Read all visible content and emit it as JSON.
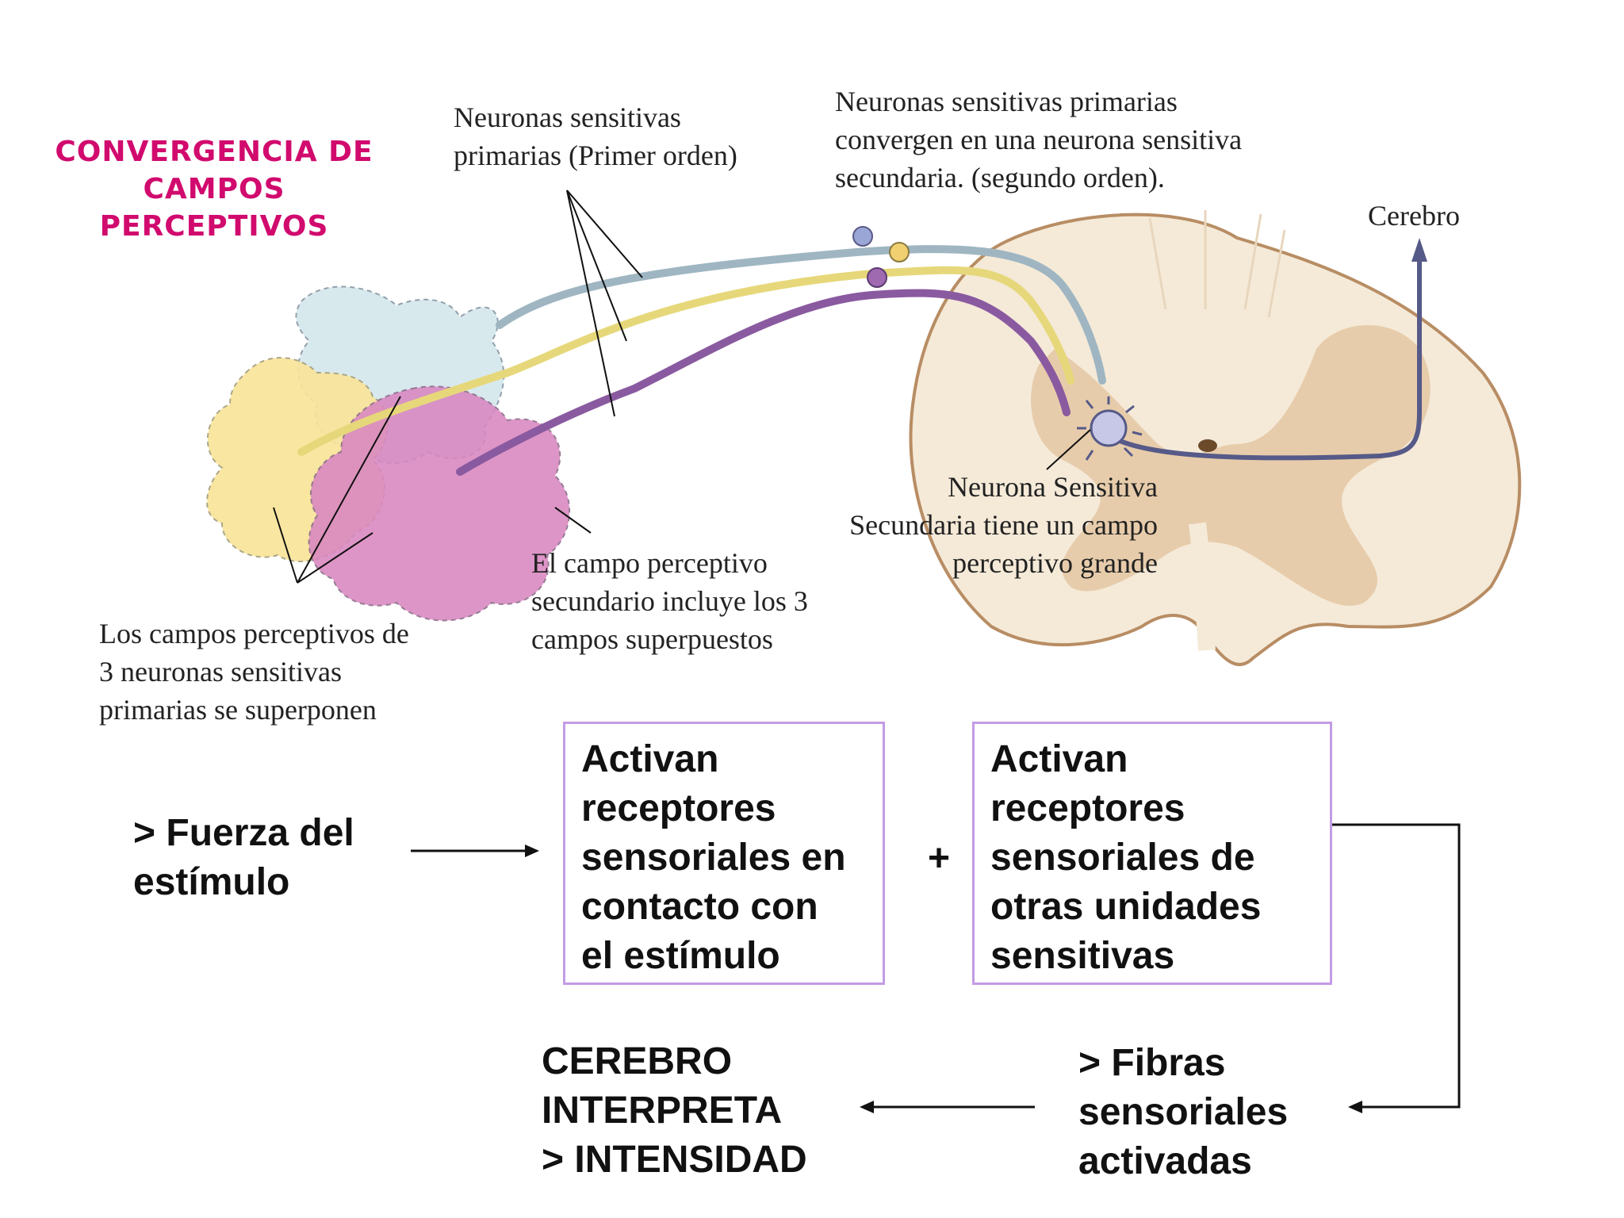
{
  "title": [
    "CONVERGENCIA DE",
    "CAMPOS",
    "PERCEPTIVOS"
  ],
  "labels": {
    "primary_neurons": [
      "Neuronas sensitivas",
      "primarias (Primer orden)"
    ],
    "converge": [
      "Neuronas sensitivas primarias",
      "convergen en una neurona sensitiva",
      "secundaria. (segundo orden)."
    ],
    "cerebro": "Cerebro",
    "secondary_neuron": [
      "Neurona Sensitiva",
      "Secundaria tiene un campo",
      "perceptivo grande"
    ],
    "secondary_field": [
      "El campo perceptivo",
      "secundario incluye los 3",
      "campos superpuestos"
    ],
    "overlap": [
      "Los campos perceptivos de",
      "3 neuronas sensitivas",
      "primarias se superponen"
    ]
  },
  "flow": {
    "stimulus": [
      "> Fuerza  del",
      "estímulo"
    ],
    "box1": [
      "Activan",
      "receptores",
      "sensoriales en",
      "contacto con",
      "el estímulo"
    ],
    "plus": "+",
    "box2": [
      "Activan",
      "receptores",
      "sensoriales de",
      "otras unidades",
      "sensitivas"
    ],
    "fibers": [
      "> Fibras",
      "sensoriales",
      "activadas"
    ],
    "brain": [
      "CEREBRO",
      "INTERPRETA",
      "> INTENSIDAD"
    ]
  },
  "colors": {
    "title": "#d10a6e",
    "neuron_blue": "#9fb6c2",
    "neuron_yellow": "#e6d87a",
    "neuron_purple": "#8a5aa0",
    "field_blue": "#d6e8ee",
    "field_yellow": "#f9e49a",
    "field_pink": "#d987c0",
    "cord": "#f5ead8",
    "cord_gray": "#e6c9a6",
    "box_border": "#c49be6"
  }
}
